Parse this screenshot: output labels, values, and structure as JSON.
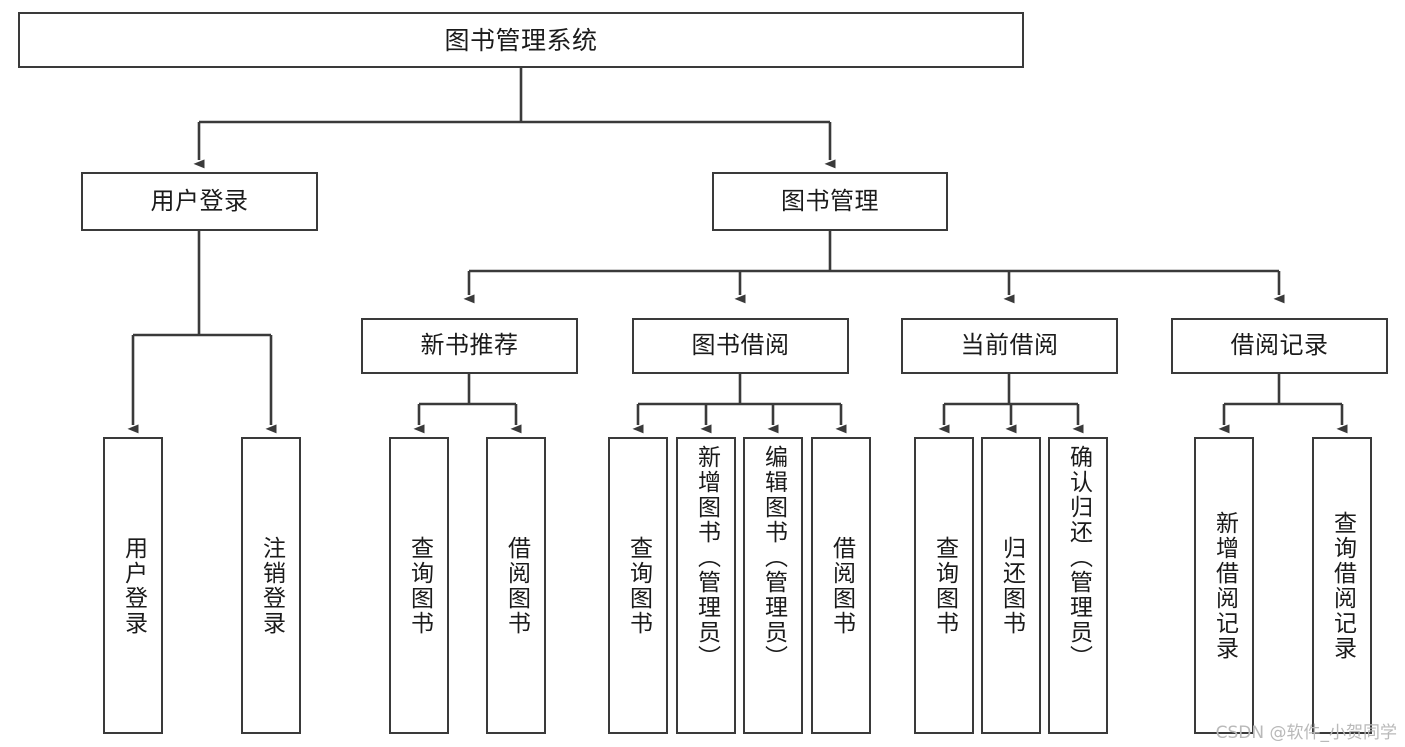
{
  "diagram": {
    "title": "图书管理系统",
    "type": "tree-hierarchy",
    "root": {
      "id": "root",
      "label": "图书管理系统"
    },
    "level2": [
      {
        "id": "user-login",
        "label": "用户登录"
      },
      {
        "id": "book-manage",
        "label": "图书管理"
      }
    ],
    "level3": [
      {
        "id": "new-book-rec",
        "label": "新书推荐",
        "parent": "book-manage"
      },
      {
        "id": "book-borrow",
        "label": "图书借阅",
        "parent": "book-manage"
      },
      {
        "id": "current-borrow",
        "label": "当前借阅",
        "parent": "book-manage"
      },
      {
        "id": "borrow-record",
        "label": "借阅记录",
        "parent": "book-manage"
      }
    ],
    "leaves": [
      {
        "id": "leaf-user-login",
        "label": "用户登录",
        "parent": "user-login"
      },
      {
        "id": "leaf-logout",
        "label": "注销登录",
        "parent": "user-login"
      },
      {
        "id": "leaf-query-book-1",
        "label": "查询图书",
        "parent": "new-book-rec"
      },
      {
        "id": "leaf-borrow-book-1",
        "label": "借阅图书",
        "parent": "new-book-rec"
      },
      {
        "id": "leaf-query-book-2",
        "label": "查询图书",
        "parent": "book-borrow"
      },
      {
        "id": "leaf-add-book",
        "label": "新增图书（管理员）",
        "parent": "book-borrow"
      },
      {
        "id": "leaf-edit-book",
        "label": "编辑图书（管理员）",
        "parent": "book-borrow"
      },
      {
        "id": "leaf-borrow-book-2",
        "label": "借阅图书",
        "parent": "book-borrow"
      },
      {
        "id": "leaf-query-book-3",
        "label": "查询图书",
        "parent": "current-borrow"
      },
      {
        "id": "leaf-return-book",
        "label": "归还图书",
        "parent": "current-borrow"
      },
      {
        "id": "leaf-confirm-return",
        "label": "确认归还（管理员）",
        "parent": "current-borrow"
      },
      {
        "id": "leaf-add-record",
        "label": "新增借阅记录",
        "parent": "borrow-record"
      },
      {
        "id": "leaf-query-record",
        "label": "查询借阅记录",
        "parent": "borrow-record"
      }
    ]
  },
  "watermark": {
    "text": "CSDN @软件_小贺同学"
  },
  "colors": {
    "stroke": "#3a3a3a",
    "text": "#1b1b1b",
    "background": "#ffffff",
    "watermark": "#b9b9b9"
  }
}
